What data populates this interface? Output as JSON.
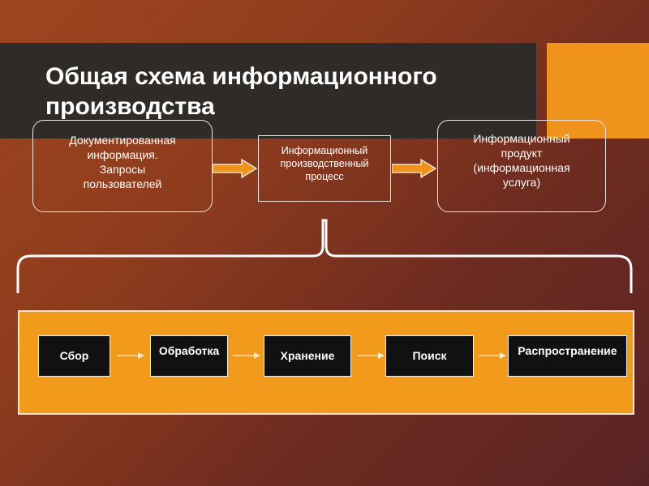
{
  "title": {
    "line1": "Общая схема информационного",
    "line2": "производства"
  },
  "top_boxes": {
    "input": {
      "line1": "Документированная",
      "line2": "информация.",
      "line3": "Запросы",
      "line4": "пользователей"
    },
    "process": {
      "line1": "Информационный",
      "line2": "производственный",
      "line3": "процесс"
    },
    "output": {
      "line1": "Информационный",
      "line2": "продукт",
      "line3": "(информационная",
      "line4": "услуга)"
    }
  },
  "steps": [
    "Сбор",
    "Обработка",
    "Хранение",
    "Поиск",
    "Распространение"
  ],
  "colors": {
    "title_bar": "#2e2b29",
    "accent": "#f0931c",
    "panel": "#f29a1b",
    "step_box": "#111111",
    "arrow": "#f0931c"
  }
}
